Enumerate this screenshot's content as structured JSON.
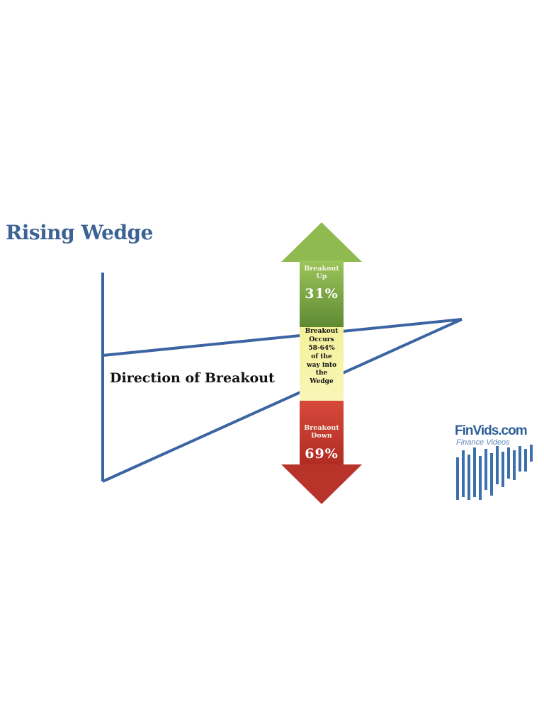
{
  "title": "Rising Wedge",
  "direction_label": "Direction of Breakout",
  "arrow": {
    "up": {
      "label_line1": "Breakout",
      "label_line2": "Up",
      "percent": "31%",
      "color": "#6f9b3c"
    },
    "middle": {
      "line1": "Breakout",
      "line2": "Occurs",
      "line3": "58-64%",
      "line4": "of the",
      "line5": "way into",
      "line6": "the",
      "line7": "Wedge",
      "color": "#f6f3a8"
    },
    "down": {
      "label_line1": "Breakout",
      "label_line2": "Down",
      "percent": "69%",
      "color": "#c53b30"
    }
  },
  "wedge_color": "#3b64a2",
  "logo": {
    "text": "FinVids.com",
    "subtitle": "Finance Videos",
    "color": "#2e5f97"
  }
}
